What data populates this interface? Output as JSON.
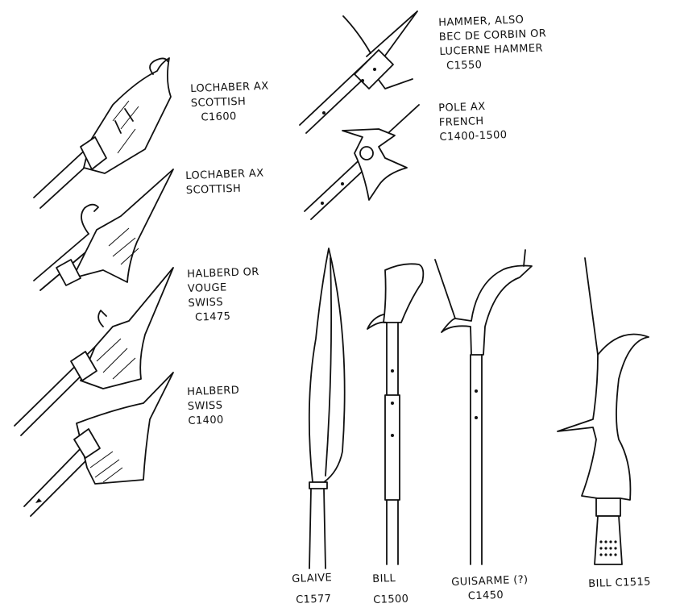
{
  "title": "",
  "weapons": [
    {
      "id": "lochaber-ax-1",
      "lines": [
        "LOCHABER AX",
        "SCOTTISH",
        "C1600"
      ]
    },
    {
      "id": "lochaber-ax-2",
      "lines": [
        "LOCHABER AX",
        "SCOTTISH"
      ]
    },
    {
      "id": "halberd-vouge",
      "lines": [
        "HALBERD OR",
        "VOUGE",
        "SWISS",
        "C1475"
      ]
    },
    {
      "id": "halberd-swiss",
      "lines": [
        "HALBERD",
        "SWISS",
        "C1400"
      ]
    },
    {
      "id": "hammer",
      "lines": [
        "HAMMER, ALSO",
        "BEC DE CORBIN OR",
        "LUCERNE HAMMER",
        "C1550"
      ]
    },
    {
      "id": "pole-ax",
      "lines": [
        "POLE AX",
        "FRENCH",
        "C1400-1500"
      ]
    },
    {
      "id": "glaive",
      "lines": [
        "GLAIVE",
        "C1577"
      ]
    },
    {
      "id": "bill-1500",
      "lines": [
        "BILL",
        "C1500"
      ]
    },
    {
      "id": "guisarme",
      "lines": [
        "GUISARME (?)",
        "C1450"
      ]
    },
    {
      "id": "bill-1515",
      "lines": [
        "BILL  C1515"
      ]
    }
  ],
  "colors": {
    "ink": "#111111",
    "paper": "#ffffff"
  }
}
